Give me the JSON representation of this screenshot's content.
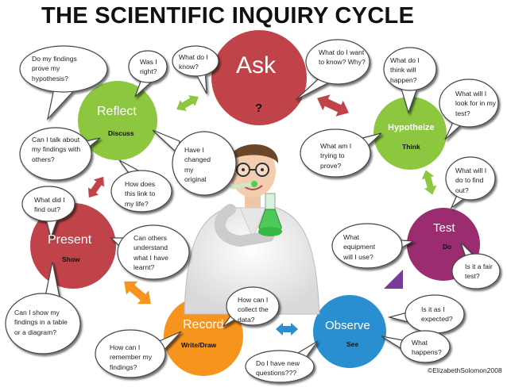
{
  "title": "THE SCIENTIFIC INQUIRY CYCLE",
  "colors": {
    "ask": "#c0434a",
    "hypothesize": "#8dc63f",
    "test": "#9b2c6f",
    "observe": "#2a8fd0",
    "record": "#f7941d",
    "present": "#c0434a",
    "reflect": "#8dc63f",
    "arrow_red": "#c0434a",
    "arrow_green": "#8dc63f",
    "arrow_purple": "#7a3a9a",
    "arrow_blue": "#2a8fd0",
    "arrow_orange": "#f7941d"
  },
  "stages": {
    "ask": {
      "name": "Ask",
      "sub": "?"
    },
    "hypothesize": {
      "name": "Hypotheize",
      "sub": "Think"
    },
    "test": {
      "name": "Test",
      "sub": "Do"
    },
    "observe": {
      "name": "Observe",
      "sub": "See"
    },
    "record": {
      "name": "Record",
      "sub": "Write/Draw"
    },
    "present": {
      "name": "Present",
      "sub": "Show"
    },
    "reflect": {
      "name": "Reflect",
      "sub": "Discuss"
    }
  },
  "questions": {
    "findings_prove": "Do my findings prove my hypothesis?",
    "was_i_right": "Was I right?",
    "what_do_i_know": "What do I know?",
    "want_to_know": "What do I want to know? Why?",
    "think_will_happen": "What do I think will happen?",
    "look_for": "What will I look for in my test?",
    "talk_about": "Can I talk about my findings with others?",
    "have_i_changed": "Have I changed my original",
    "link_to_life": "How does this link to my life?",
    "trying_to_prove": "What am I trying to prove?",
    "what_will_i_do": "What will I do to find out?",
    "what_did_i_find": "What did I find out?",
    "others_understand": "Can others understand what I have learnt?",
    "equipment": "What equipment will I use?",
    "fair_test": "Is it a fair test?",
    "collect_data": "How can I collect the data?",
    "show_findings": "Can I show my findings in a table or a diagram?",
    "remember_findings": "How can I remember my findings?",
    "as_expected": "Is it as I expected?",
    "what_happens": "What happens?",
    "new_questions": "Do I have new questions???"
  },
  "copyright": "©ElizabethSolomon2008"
}
